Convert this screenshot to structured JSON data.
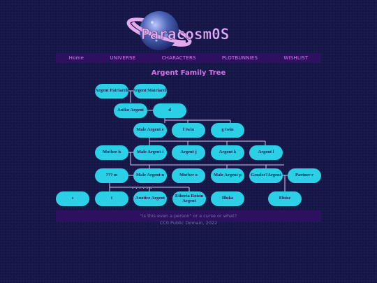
{
  "site": {
    "logo_text": "Paracosm0S"
  },
  "nav": {
    "items": [
      "Home",
      "UNIVERSE",
      "CHARACTERS",
      "PLOTBUNNIES",
      "WISHLIST"
    ]
  },
  "page": {
    "title": "Argent Family Tree"
  },
  "tree": {
    "row1": [
      "Argent Patriarch",
      "Argent Matriarch"
    ],
    "row2": [
      "Aniko Argent",
      "d"
    ],
    "row3": [
      "Male Argent e",
      "f twin",
      "g twin"
    ],
    "row4": [
      "Mother h",
      "Male Argent i",
      "Argent j",
      "Argent k",
      "Argent l"
    ],
    "row5": [
      "??? m",
      "Male Argent n",
      "Mother o",
      "Male Argent p",
      "Gender?Argent",
      "Partner r"
    ],
    "row6": [
      "s",
      "t",
      "Anotice Argent",
      "Etheria Roisin Argent",
      "Illuka",
      "Eloise"
    ],
    "dots": "......"
  },
  "footer": {
    "quote": "\"is this even a person\" or a curse or what?",
    "copyright": "CC0 Public Domain, 2022"
  },
  "colors": {
    "background": "#141646",
    "nav_bar": "#2d1160",
    "nav_text": "#d77be8",
    "title": "#d66fe8",
    "node_fill": "#2bd0e6",
    "node_text": "#1d1a50",
    "lines": "#d9c8f2"
  }
}
